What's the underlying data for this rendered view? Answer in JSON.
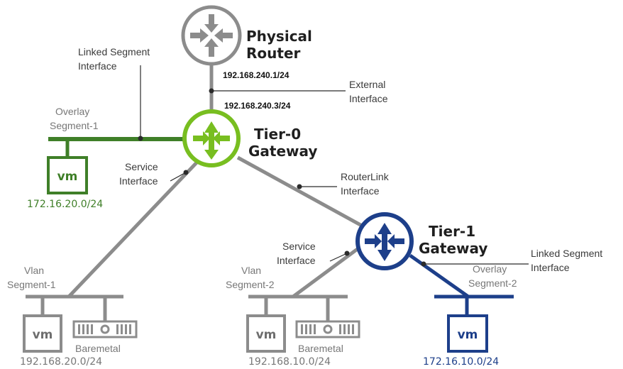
{
  "physical_router": {
    "title_line1": "Physical",
    "title_line2": "Router",
    "uplink_ip": "192.168.240.1/24"
  },
  "tier0": {
    "title_line1": "Tier-0",
    "title_line2": "Gateway",
    "uplink_ip": "192.168.240.3/24"
  },
  "tier1": {
    "title_line1": "Tier-1",
    "title_line2": "Gateway"
  },
  "labels": {
    "linked_segment_left_line1": "Linked Segment",
    "linked_segment_left_line2": "Interface",
    "external_line1": "External",
    "external_line2": "Interface",
    "service_left_line1": "Service",
    "service_left_line2": "Interface",
    "routerlink_line1": "RouterLink",
    "routerlink_line2": "Interface",
    "service_right_line1": "Service",
    "service_right_line2": "Interface",
    "linked_segment_right_line1": "Linked Segment",
    "linked_segment_right_line2": "Interface"
  },
  "segments": {
    "overlay1_line1": "Overlay",
    "overlay1_line2": "Segment-1",
    "vlan1_line1": "Vlan",
    "vlan1_line2": "Segment-1",
    "vlan2_line1": "Vlan",
    "vlan2_line2": "Segment-2",
    "overlay2_line1": "Overlay",
    "overlay2_line2": "Segment-2"
  },
  "vms": {
    "vm_label": "vm"
  },
  "baremetal": {
    "left": "Baremetal",
    "right": "Baremetal"
  },
  "subnets": {
    "overlay1": "172.16.20.0/24",
    "vlan1": "192.168.20.0/24",
    "vlan2": "192.168.10.0/24",
    "overlay2": "172.16.10.0/24"
  },
  "colors": {
    "gray": "#8c8c8c",
    "dark_gray": "#6e6e6e",
    "green": "#3f7f28",
    "green_router": "#78be20",
    "blue": "#1d3f8a",
    "black": "#2b2b2b"
  }
}
